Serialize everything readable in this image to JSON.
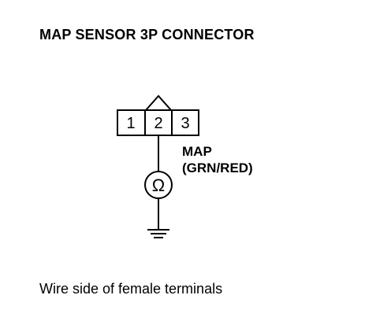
{
  "title": "MAP SENSOR 3P CONNECTOR",
  "connector": {
    "pins": [
      "1",
      "2",
      "3"
    ]
  },
  "wire": {
    "name": "MAP",
    "color": "(GRN/RED)"
  },
  "sensor_symbol": "Ω",
  "caption": "Wire side of female terminals"
}
